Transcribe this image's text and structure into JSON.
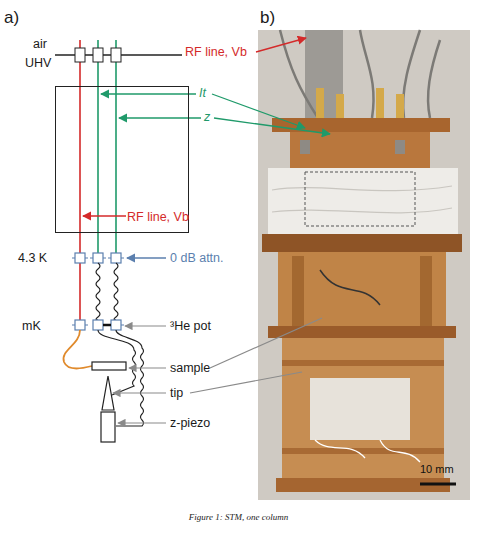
{
  "diagram": {
    "caption": "Figure 1: STM, one column",
    "nodes": [
      {
        "text": [
          "RF line, Vb"
        ]
      }
    ],
    "labels": [
      "a)",
      "b)",
      "air",
      "UHV",
      "RF line, Vb",
      "It",
      "z",
      "4.3 K",
      "0 dB attn.",
      "mK",
      "³He pot",
      "sample",
      "tip",
      "z-piezo",
      "10 mm"
    ]
  }
}
